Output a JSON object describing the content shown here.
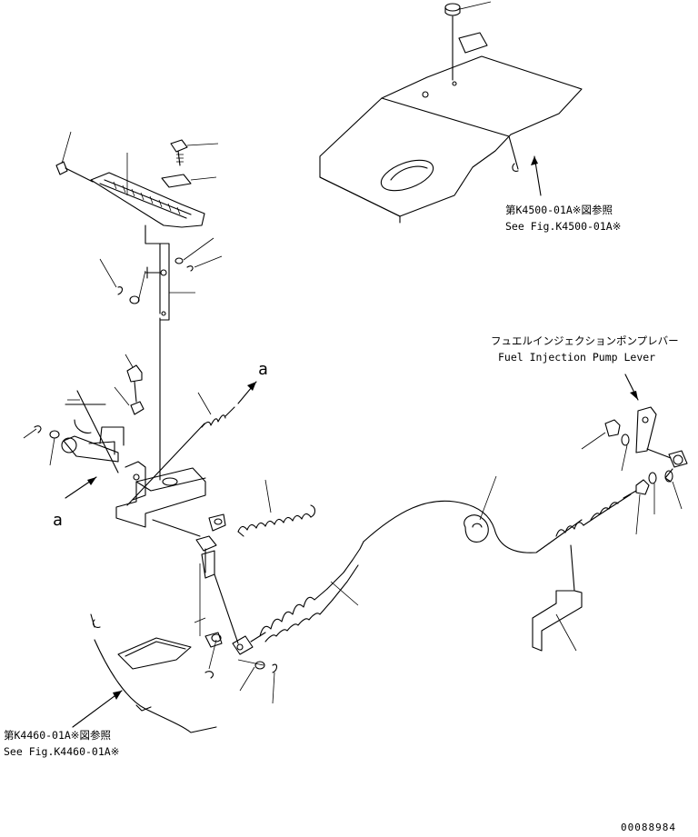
{
  "labels": {
    "ref_top_jp": "第K4500-01A※図参照",
    "ref_top_en": "See Fig.K4500-01A※",
    "fuel_jp": "フュエルインジェクションポンプレバー",
    "fuel_en": "Fuel Injection Pump Lever",
    "ref_bottom_jp": "第K4460-01A※図参照",
    "ref_bottom_en": "See Fig.K4460-01A※",
    "marker_a_upper": "a",
    "marker_a_lower": "a",
    "drawing_number": "00088984"
  }
}
